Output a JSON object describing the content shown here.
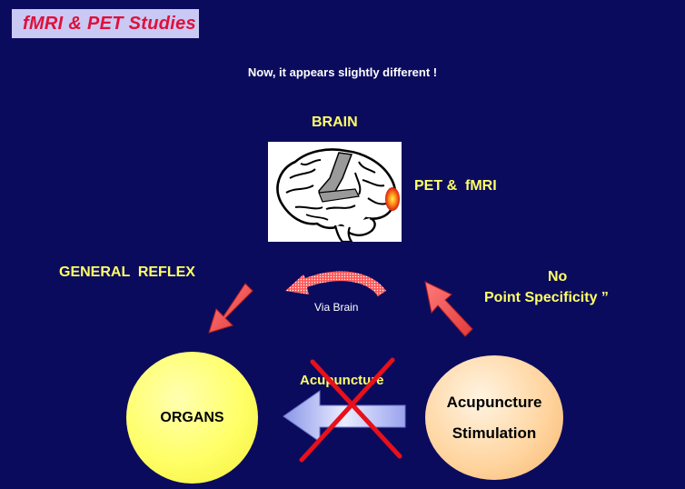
{
  "header": {
    "title": "fMRI & PET Studies"
  },
  "subtitle": "Now, it appears slightly different    !",
  "diagram": {
    "brain_label": "BRAIN",
    "pet_label": "PET &  fMRI",
    "reflex_label": "GENERAL  REFLEX",
    "no_label": "No",
    "specificity_label": "Point Specificity ”",
    "via_brain": "Via Brain",
    "organs_label": "ORGANS",
    "acupuncture_arrow_label": "Acupuncture",
    "stimulation_line1": "Acupuncture",
    "stimulation_line2": "Stimulation"
  },
  "colors": {
    "background": "#0b0b5e",
    "title_box": "#c9c9f4",
    "title_text": "#e0103a",
    "label_yellow": "#ffff66",
    "arrow_red": "#f04848",
    "cross": "#e8101a"
  },
  "icons": [
    "brain-icon",
    "red-cross-icon"
  ]
}
